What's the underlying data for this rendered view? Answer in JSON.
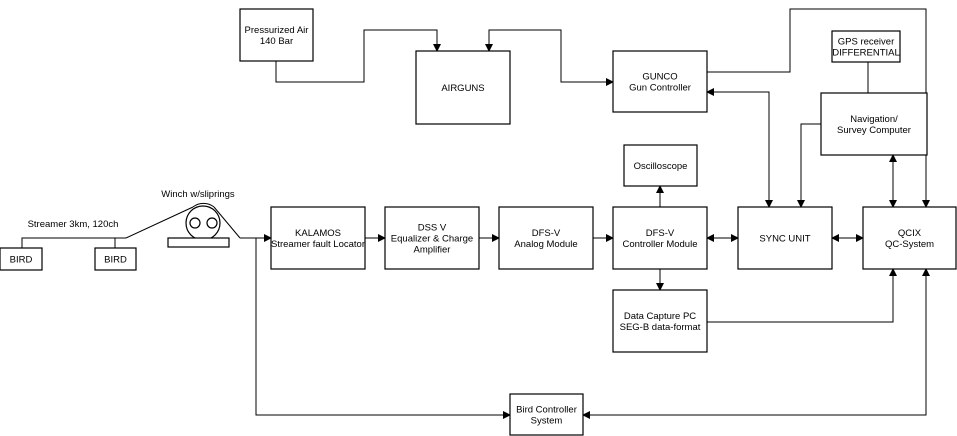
{
  "labels": {
    "streamer": "Streamer 3km, 120ch",
    "winch": "Winch w/sliprings"
  },
  "nodes": {
    "pressurized_air": [
      "Pressurized Air",
      "140 Bar"
    ],
    "airguns": [
      "AIRGUNS"
    ],
    "gunco": [
      "GUNCO",
      "Gun Controller"
    ],
    "gps": [
      "GPS receiver",
      "DIFFERENTIAL"
    ],
    "navigation": [
      "Navigation/",
      "Survey Computer"
    ],
    "oscilloscope": [
      "Oscilloscope"
    ],
    "kalamos": [
      "KALAMOS",
      "Streamer fault Locator"
    ],
    "dss": [
      "DSS V",
      "Equalizer & Charge",
      "Amplifier"
    ],
    "dfs_analog": [
      "DFS-V",
      "Analog Module"
    ],
    "dfs_controller": [
      "DFS-V",
      "Controller Module"
    ],
    "sync": [
      "SYNC UNIT"
    ],
    "qcix": [
      "QCIX",
      "QC-System"
    ],
    "data_capture": [
      "Data Capture PC",
      "SEG-B data-format"
    ],
    "bird_controller": [
      "Bird Controller",
      "System"
    ],
    "bird1": [
      "BIRD"
    ],
    "bird2": [
      "BIRD"
    ]
  }
}
